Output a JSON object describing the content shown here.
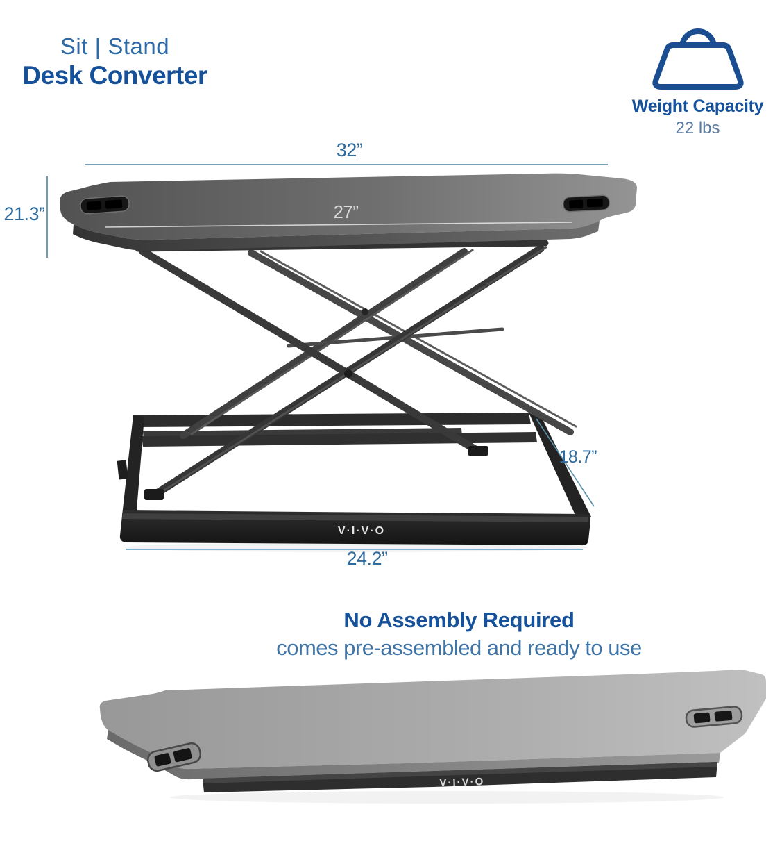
{
  "header": {
    "line1": "Sit | Stand",
    "line2": "Desk Converter"
  },
  "weight_capacity": {
    "icon": "weight-icon",
    "label": "Weight Capacity",
    "value": "22 lbs"
  },
  "dimensions": {
    "top_width": "32”",
    "surface_width": "27”",
    "overall_height": "21.3”",
    "base_depth": "18.7”",
    "base_width": "24.2”"
  },
  "assembly": {
    "title": "No Assembly Required",
    "subtitle": "comes pre-assembled and ready to use"
  },
  "brand": {
    "logo": "V·I·V·O"
  },
  "colors": {
    "title_bold_blue": "#16519b",
    "title_light_blue": "#2e6ba6",
    "dimension_text_blue": "#2f6a9d",
    "dimension_line_blue": "#4e81a0",
    "icon_blue": "#1b4d91",
    "desk_gray_dark": "#4f4f4f",
    "desk_gray_light": "#b5b5b5"
  }
}
